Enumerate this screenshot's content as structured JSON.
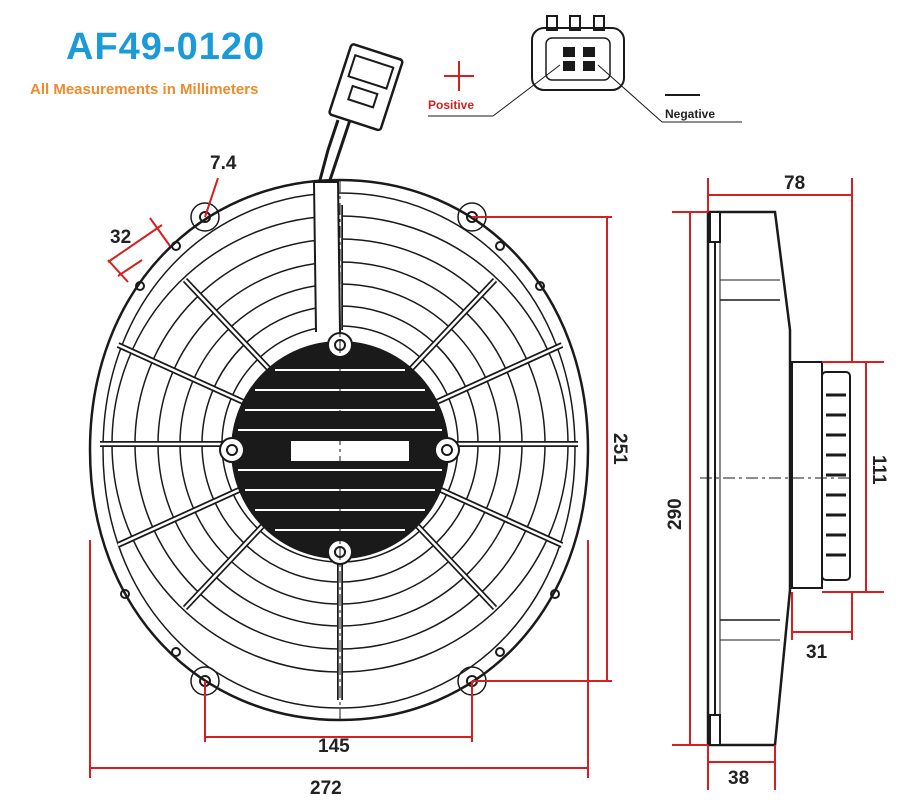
{
  "title": "AF49-0120",
  "subtitle": "All Measurements in Millimeters",
  "connector": {
    "positive_label": "Positive",
    "negative_label": "Negative"
  },
  "dimensions": {
    "mount_hole": "7.4",
    "hole_spacing_small": "32",
    "hole_vertical": "251",
    "hole_horizontal": "145",
    "overall_width": "272",
    "overall_height": "290",
    "depth_total": "78",
    "motor_diameter": "111",
    "motor_depth": "31",
    "shroud_depth": "38"
  },
  "colors": {
    "title": "#1a9ad9",
    "subtitle": "#f08a2c",
    "dimension_line": "#d42020",
    "drawing": "#1a1a1a"
  }
}
